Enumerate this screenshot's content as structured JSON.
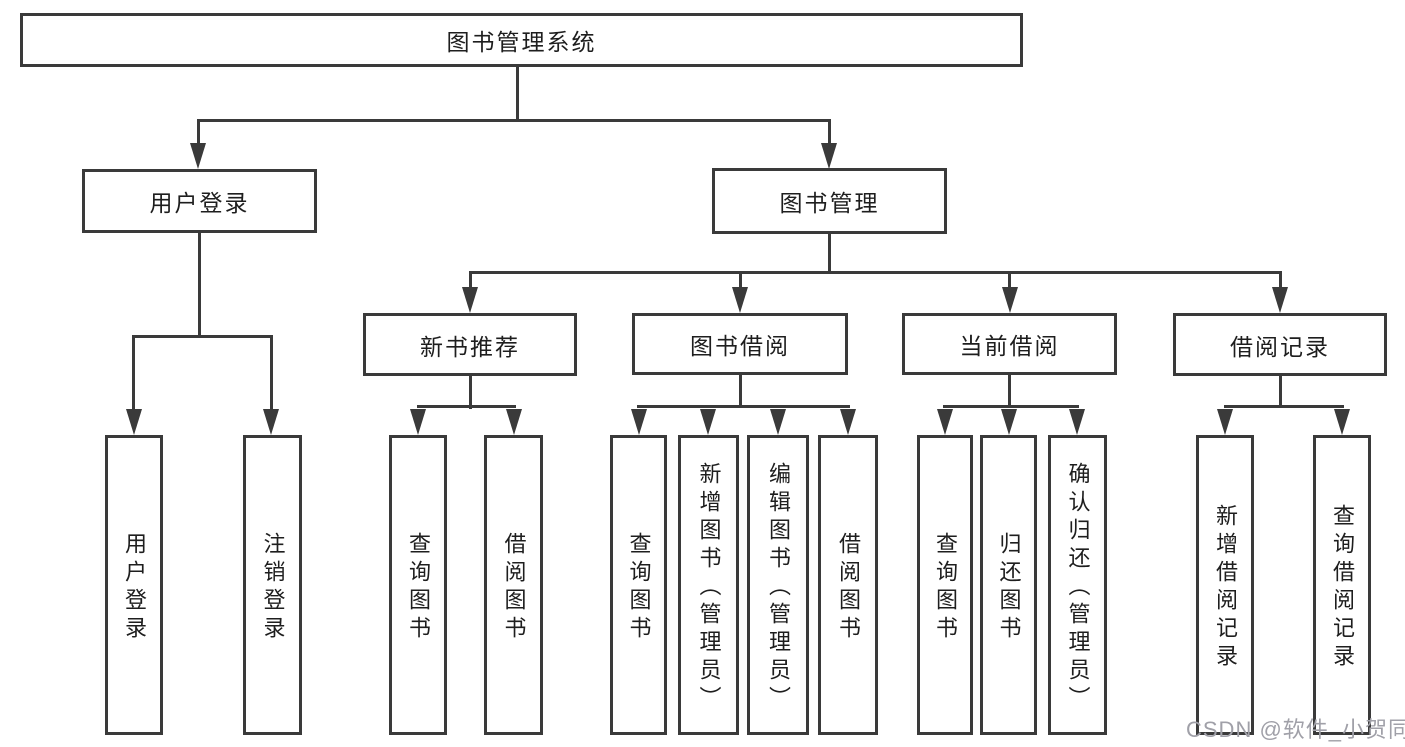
{
  "tree": {
    "label": "图书管理系统",
    "children": [
      {
        "label": "用户登录",
        "children": [
          {
            "label": "用户登录"
          },
          {
            "label": "注销登录"
          }
        ]
      },
      {
        "label": "图书管理",
        "children": [
          {
            "label": "新书推荐",
            "children": [
              {
                "label": "查询图书"
              },
              {
                "label": "借阅图书"
              }
            ]
          },
          {
            "label": "图书借阅",
            "children": [
              {
                "label": "查询图书"
              },
              {
                "label": "新增图书（管理员）"
              },
              {
                "label": "编辑图书（管理员）"
              },
              {
                "label": "借阅图书"
              }
            ]
          },
          {
            "label": "当前借阅",
            "children": [
              {
                "label": "查询图书"
              },
              {
                "label": "归还图书"
              },
              {
                "label": "确认归还（管理员）"
              }
            ]
          },
          {
            "label": "借阅记录",
            "children": [
              {
                "label": "新增借阅记录"
              },
              {
                "label": "查询借阅记录"
              }
            ]
          }
        ]
      }
    ]
  },
  "watermark": {
    "text": "CSDN @软件_小贺同学"
  },
  "colors": {
    "line": "#3a3a3a",
    "box_border": "#3a3a3a",
    "text": "#1e1e1e",
    "background": "#ffffff",
    "watermark": "#a0a0a8"
  }
}
